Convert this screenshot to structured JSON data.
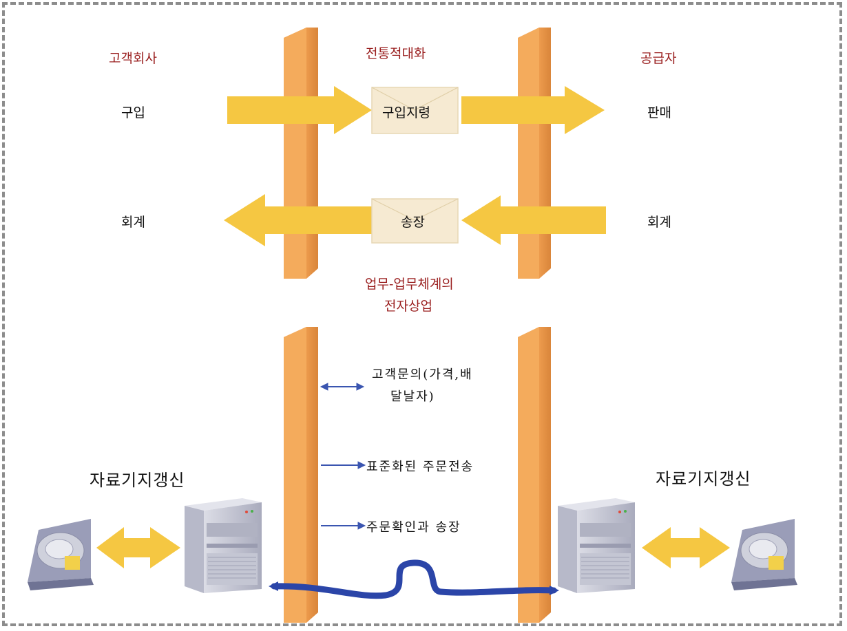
{
  "title_traditional": "전통적대화",
  "title_ecommerce_line1": "업무-업무체계의",
  "title_ecommerce_line2": "전자상업",
  "customer_label": "고객회사",
  "supplier_label": "공급자",
  "customer_purchase": "구입",
  "supplier_sales": "판매",
  "customer_accounting": "회계",
  "supplier_accounting": "회계",
  "envelope_order": "구입지령",
  "envelope_invoice": "송장",
  "msg_inquiry_line1": "고객문의(가격,배",
  "msg_inquiry_line2": "달날자)",
  "msg_order": "표준화된 주문전송",
  "msg_confirm": "주문확인과 송장",
  "db_update_left": "자료기지갱신",
  "db_update_right": "자료기지갱신",
  "colors": {
    "heading": "#9a1f1f",
    "wall": "#f0a050",
    "arrow": "#f5c742",
    "envelope": "#f6ead2",
    "network": "#2b45a8"
  }
}
